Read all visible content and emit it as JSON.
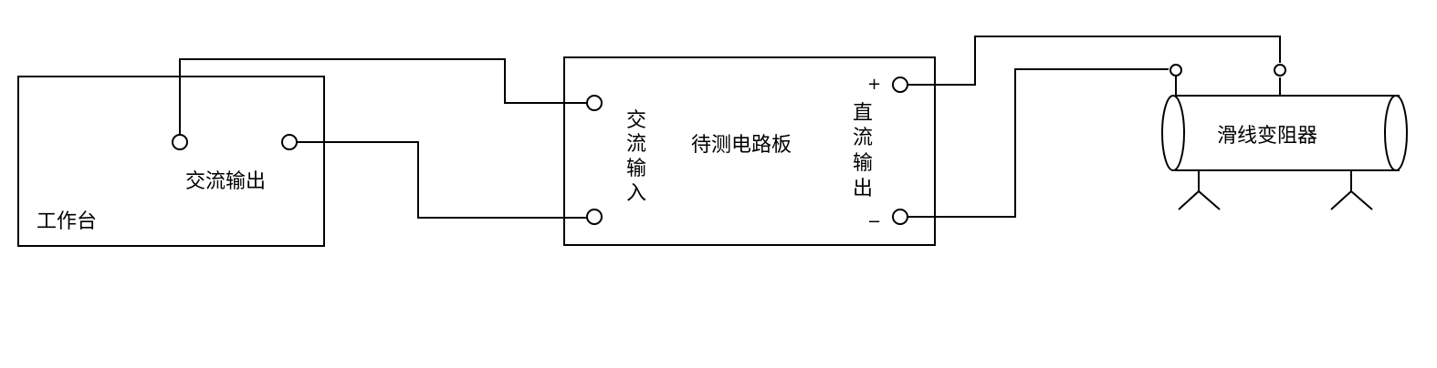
{
  "workbench": {
    "label": "工作台",
    "output_label": "交流输出"
  },
  "board": {
    "label": "待测电路板",
    "ac_input": [
      "交",
      "流",
      "输",
      "入"
    ],
    "dc_output": [
      "直",
      "流",
      "输",
      "出"
    ],
    "plus": "+",
    "minus": "−"
  },
  "rheostat": {
    "label": "滑线变阻器"
  }
}
